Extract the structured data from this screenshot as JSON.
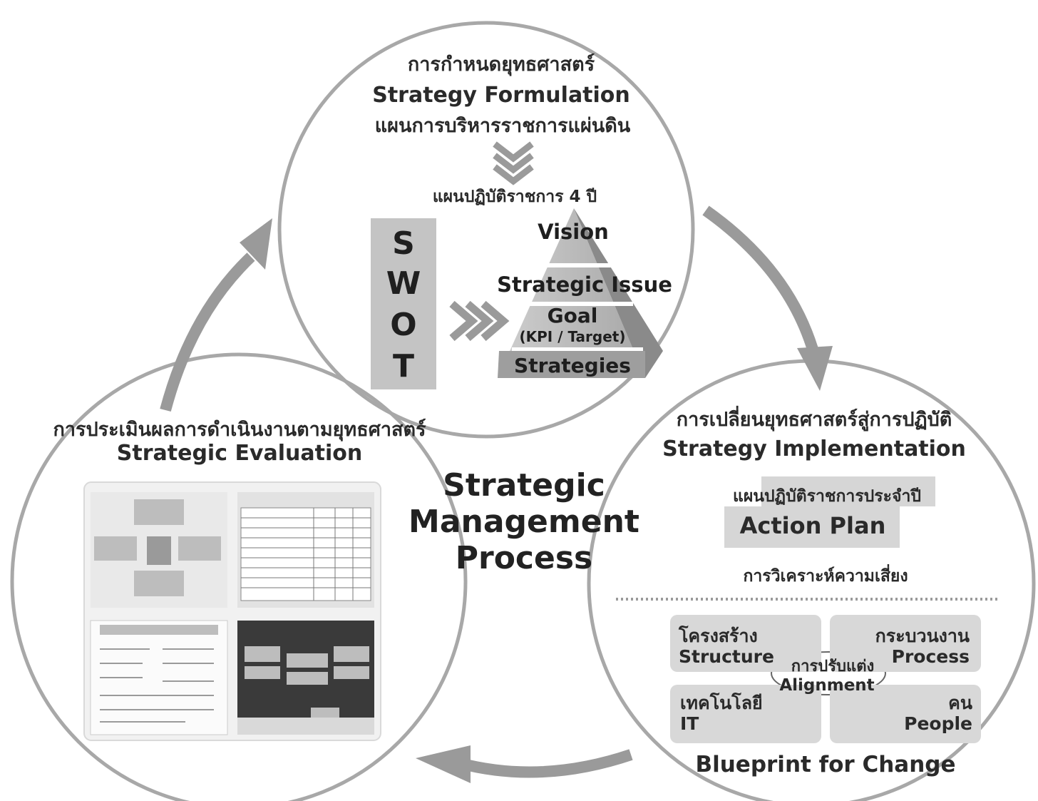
{
  "center": {
    "line1": "Strategic",
    "line2": "Management",
    "line3": "Process"
  },
  "formulation": {
    "title_th": "การกำหนดยุทธศาสตร์",
    "title_en": "Strategy Formulation",
    "plan_th": "แผนการบริหารราชการแผ่นดิน",
    "plan4_th": "แผนปฏิบัติราชการ 4 ปี",
    "swot": [
      "S",
      "W",
      "O",
      "T"
    ],
    "pyramid": {
      "vision": "Vision",
      "issue": "Strategic Issue",
      "goal": "Goal",
      "kpi": "(KPI / Target)",
      "strategies": "Strategies"
    }
  },
  "implementation": {
    "title_th": "การเปลี่ยนยุทธศาสตร์สู่การปฏิบัติ",
    "title_en": "Strategy Implementation",
    "annual_th": "แผนปฏิบัติราชการประจำปี",
    "action_plan": "Action Plan",
    "risk_th": "การวิเคราะห์ความเสี่ยง",
    "structure_th": "โครงสร้าง",
    "structure_en": "Structure",
    "process_th": "กระบวนงาน",
    "process_en": "Process",
    "it_th": "เทคโนโลยี",
    "it_en": "IT",
    "people_th": "คน",
    "people_en": "People",
    "alignment_th": "การปรับแต่ง",
    "alignment_en": "Alignment",
    "blueprint": "Blueprint for Change"
  },
  "evaluation": {
    "title_th": "การประเมินผลการดำเนินงานตามยุทธศาสตร์",
    "title_en": "Strategic Evaluation"
  },
  "colors": {
    "circle": "#a8a8a8",
    "arrow": "#9a9a9a",
    "swot_bg": "#c4c4c4",
    "box_bg": "#d8d8d8"
  }
}
